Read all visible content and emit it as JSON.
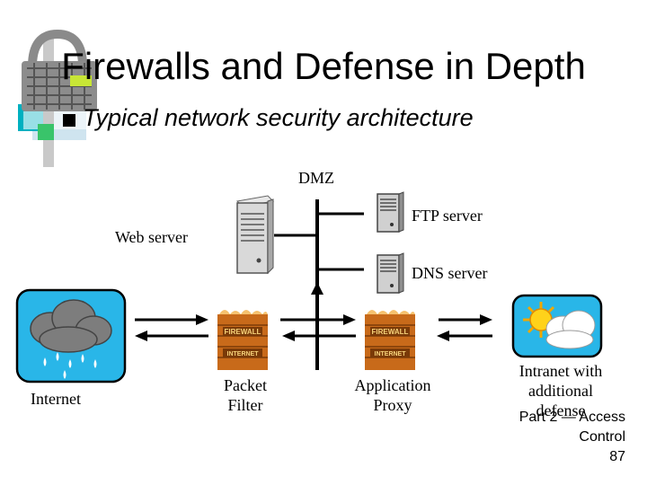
{
  "slide": {
    "title": "Firewalls and Defense in Depth",
    "subtitle": "Typical network security architecture",
    "footer_line1": "Part 2 — Access",
    "footer_line2": "Control",
    "page_number": "87"
  },
  "diagram": {
    "dmz_label": "DMZ",
    "web_server_label": "Web server",
    "ftp_server_label": "FTP server",
    "dns_server_label": "DNS server",
    "internet_label": "Internet",
    "packet_filter_line1": "Packet",
    "packet_filter_line2": "Filter",
    "app_proxy_line1": "Application",
    "app_proxy_line2": "Proxy",
    "intranet_line1": "Intranet with",
    "intranet_line2": "additional",
    "intranet_line3": "defense",
    "firewall_sign_text": "FIREWALL",
    "firewall_sign_text2": "INTERNET"
  }
}
